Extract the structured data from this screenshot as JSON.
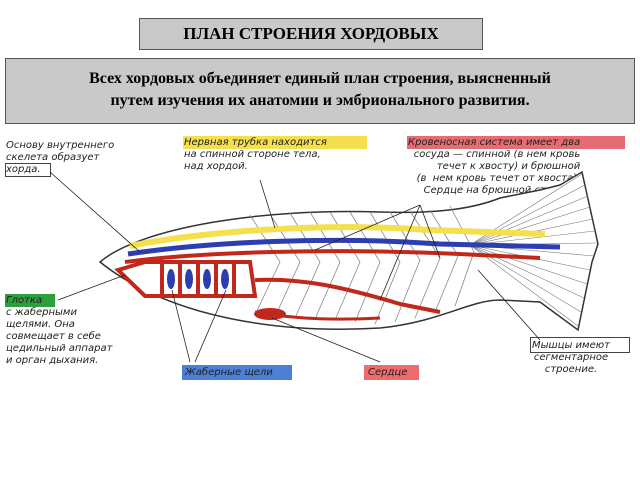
{
  "title": "ПЛАН СТРОЕНИЯ ХОРДОВЫХ",
  "intro": {
    "line1": "Всех хордовых объединяет единый план строения, выясненный",
    "line2": "путем изучения их анатомии и эмбрионального развития."
  },
  "labels": {
    "notochord": "Основу внутреннего\nскелета образует\nхорда.",
    "neural_tube": "Нервная трубка находится\nна спинной стороне тела,\nнад хордой.",
    "circulatory": "Кровеносная система имеет два\nсосуда — спинной (в нем кровь\nтечет к хвосту) и брюшной\n(в  нем кровь течет от хвоста).\nСердце на брюшной стороне.",
    "pharynx": "Глотка\nс жаберными\nщелями. Она\nсовмещает в себе\nцедильный аппарат\nи орган дыхания.",
    "gill_slits": "Жаберные щели",
    "heart": "Сердце",
    "muscles": "Мышцы имеют\nсегментарное\nстроение."
  },
  "colors": {
    "header_bg": "#c9c9c9",
    "neural_tube": "#f4e04d",
    "notochord": "#2d3fae",
    "vessels": "#c0281c",
    "pharynx_box": "#2e9e3e",
    "gill_box": "#4d7fd6",
    "circ_box": "#e76b73",
    "heart_box": "#ee6b6b",
    "muscle_lines": "#888888"
  }
}
